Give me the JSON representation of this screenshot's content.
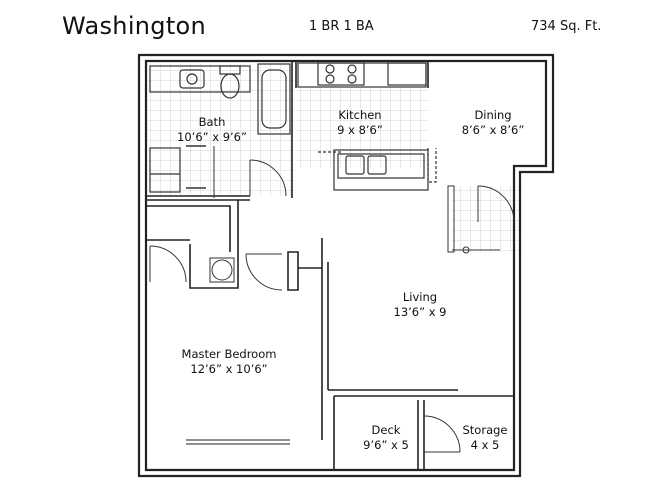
{
  "header": {
    "title": "Washington",
    "layout": "1 BR 1 BA",
    "area": "734 Sq. Ft."
  },
  "rooms": {
    "bath": {
      "name": "Bath",
      "size": "10’6” x 9’6”"
    },
    "kitchen": {
      "name": "Kitchen",
      "size": "9 x 8’6”"
    },
    "dining": {
      "name": "Dining",
      "size": "8’6” x 8’6”"
    },
    "living": {
      "name": "Living",
      "size": "13’6” x 9"
    },
    "master_bedroom": {
      "name": "Master Bedroom",
      "size": "12’6” x 10’6”"
    },
    "deck": {
      "name": "Deck",
      "size": "9’6” x 5"
    },
    "storage": {
      "name": "Storage",
      "size": "4 x 5"
    }
  },
  "colors": {
    "wall": "#222222",
    "tile": "#c8c8c8",
    "line": "#555555"
  }
}
